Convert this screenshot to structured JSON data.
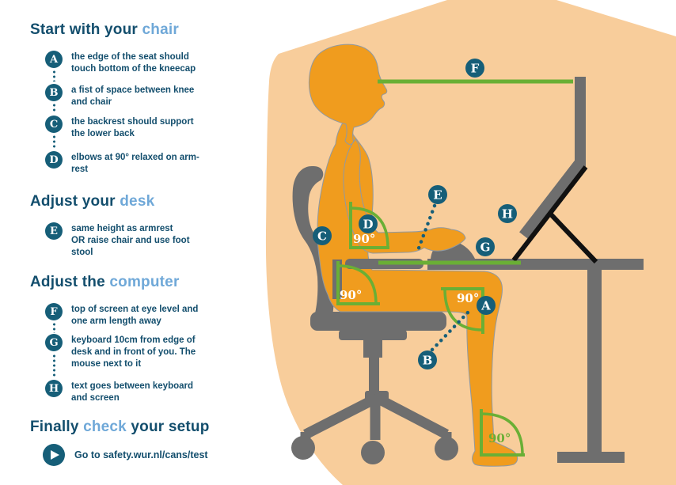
{
  "colors": {
    "dark_teal": "#134e6d",
    "light_blue": "#6fa8d8",
    "badge": "#165e78",
    "orange": "#f09c1e",
    "peach": "#f8cd9b",
    "gray": "#6e6e6e",
    "green": "#6aaf35"
  },
  "sections": [
    {
      "pre": "Start with your ",
      "highlight": "chair",
      "post": ""
    },
    {
      "pre": "Adjust your ",
      "highlight": "desk",
      "post": ""
    },
    {
      "pre": "Adjust the ",
      "highlight": "computer",
      "post": ""
    },
    {
      "pre": "Finally ",
      "highlight": "check",
      "post": " your setup"
    }
  ],
  "steps": [
    {
      "badge": "A",
      "text": "the edge of the seat should\ntouch bottom of the kneecap"
    },
    {
      "badge": "B",
      "text": "a fist of space between knee\nand chair"
    },
    {
      "badge": "C",
      "text": "the backrest should support\nthe lower back"
    },
    {
      "badge": "D",
      "text": "elbows at 90° relaxed on arm-\nrest"
    },
    {
      "badge": "E",
      "text": "same height as armrest\nOR raise chair and use foot\nstool"
    },
    {
      "badge": "F",
      "text": "top of screen at eye level and\none arm length away"
    },
    {
      "badge": "G",
      "text": "keyboard 10cm from edge of\ndesk and in front of you. The\nmouse next to it"
    },
    {
      "badge": "H",
      "text": "text goes between keyboard\nand screen"
    }
  ],
  "footer": {
    "text": "Go to safety.wur.nl/cans/test"
  },
  "diagram": {
    "labels": [
      {
        "letter": "F"
      },
      {
        "letter": "E"
      },
      {
        "letter": "H"
      },
      {
        "letter": "D"
      },
      {
        "letter": "C"
      },
      {
        "letter": "G"
      },
      {
        "letter": "A"
      },
      {
        "letter": "B"
      }
    ],
    "angles": {
      "elbow": "90°",
      "hip": "90°",
      "knee": "90°",
      "ankle": "90°"
    }
  }
}
